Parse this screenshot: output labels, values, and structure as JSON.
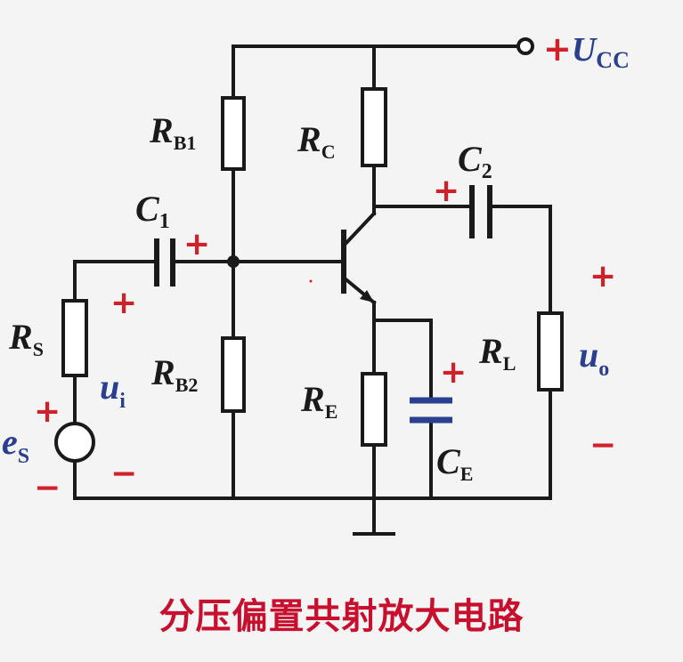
{
  "diagram": {
    "title": "分压偏置共射放大电路",
    "supply": {
      "sign": "+",
      "symbol": "U",
      "sub": "CC"
    },
    "components": {
      "RB1": {
        "symbol": "R",
        "sub": "B1"
      },
      "RB2": {
        "symbol": "R",
        "sub": "B2"
      },
      "RC": {
        "symbol": "R",
        "sub": "C"
      },
      "RE": {
        "symbol": "R",
        "sub": "E"
      },
      "RL": {
        "symbol": "R",
        "sub": "L"
      },
      "RS": {
        "symbol": "R",
        "sub": "S"
      },
      "C1": {
        "symbol": "C",
        "sub": "1"
      },
      "C2": {
        "symbol": "C",
        "sub": "2"
      },
      "CE": {
        "symbol": "C",
        "sub": "E"
      }
    },
    "signals": {
      "ui": {
        "symbol": "u",
        "sub": "i"
      },
      "uo": {
        "symbol": "u",
        "sub": "o"
      },
      "es": {
        "symbol": "e",
        "sub": "S"
      }
    },
    "polarity": {
      "plus": "+",
      "minus": "−"
    },
    "colors": {
      "wire": "#1a1a1a",
      "polarity": "#d0202a",
      "signal": "#2a3f8f",
      "title": "#c8102e",
      "ce_plate": "#2a3f8f"
    }
  }
}
